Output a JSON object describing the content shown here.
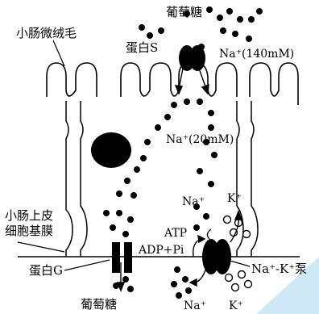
{
  "labels": {
    "microvilli": "小肠微绒毛",
    "glucose_top": "葡萄糖",
    "protein_s": "蛋白S",
    "na_outside": "Na⁺(140mM)",
    "na_inside": "Na⁺(20mM)",
    "epithelium_line1": "小肠上皮",
    "epithelium_line2": "细胞基膜",
    "na_pump_top": "Na⁺",
    "k_pump_top": "K⁺",
    "atp": "ATP",
    "adp_pi": "ADP+Pi",
    "protein_g": "蛋白G",
    "pump": "Na⁺-K⁺泵",
    "glucose_bottom": "葡萄糖",
    "na_pump_bottom": "Na⁺",
    "k_pump_bottom": "K⁺"
  },
  "colors": {
    "line": "#000000",
    "accent": "#cfe8f6"
  }
}
